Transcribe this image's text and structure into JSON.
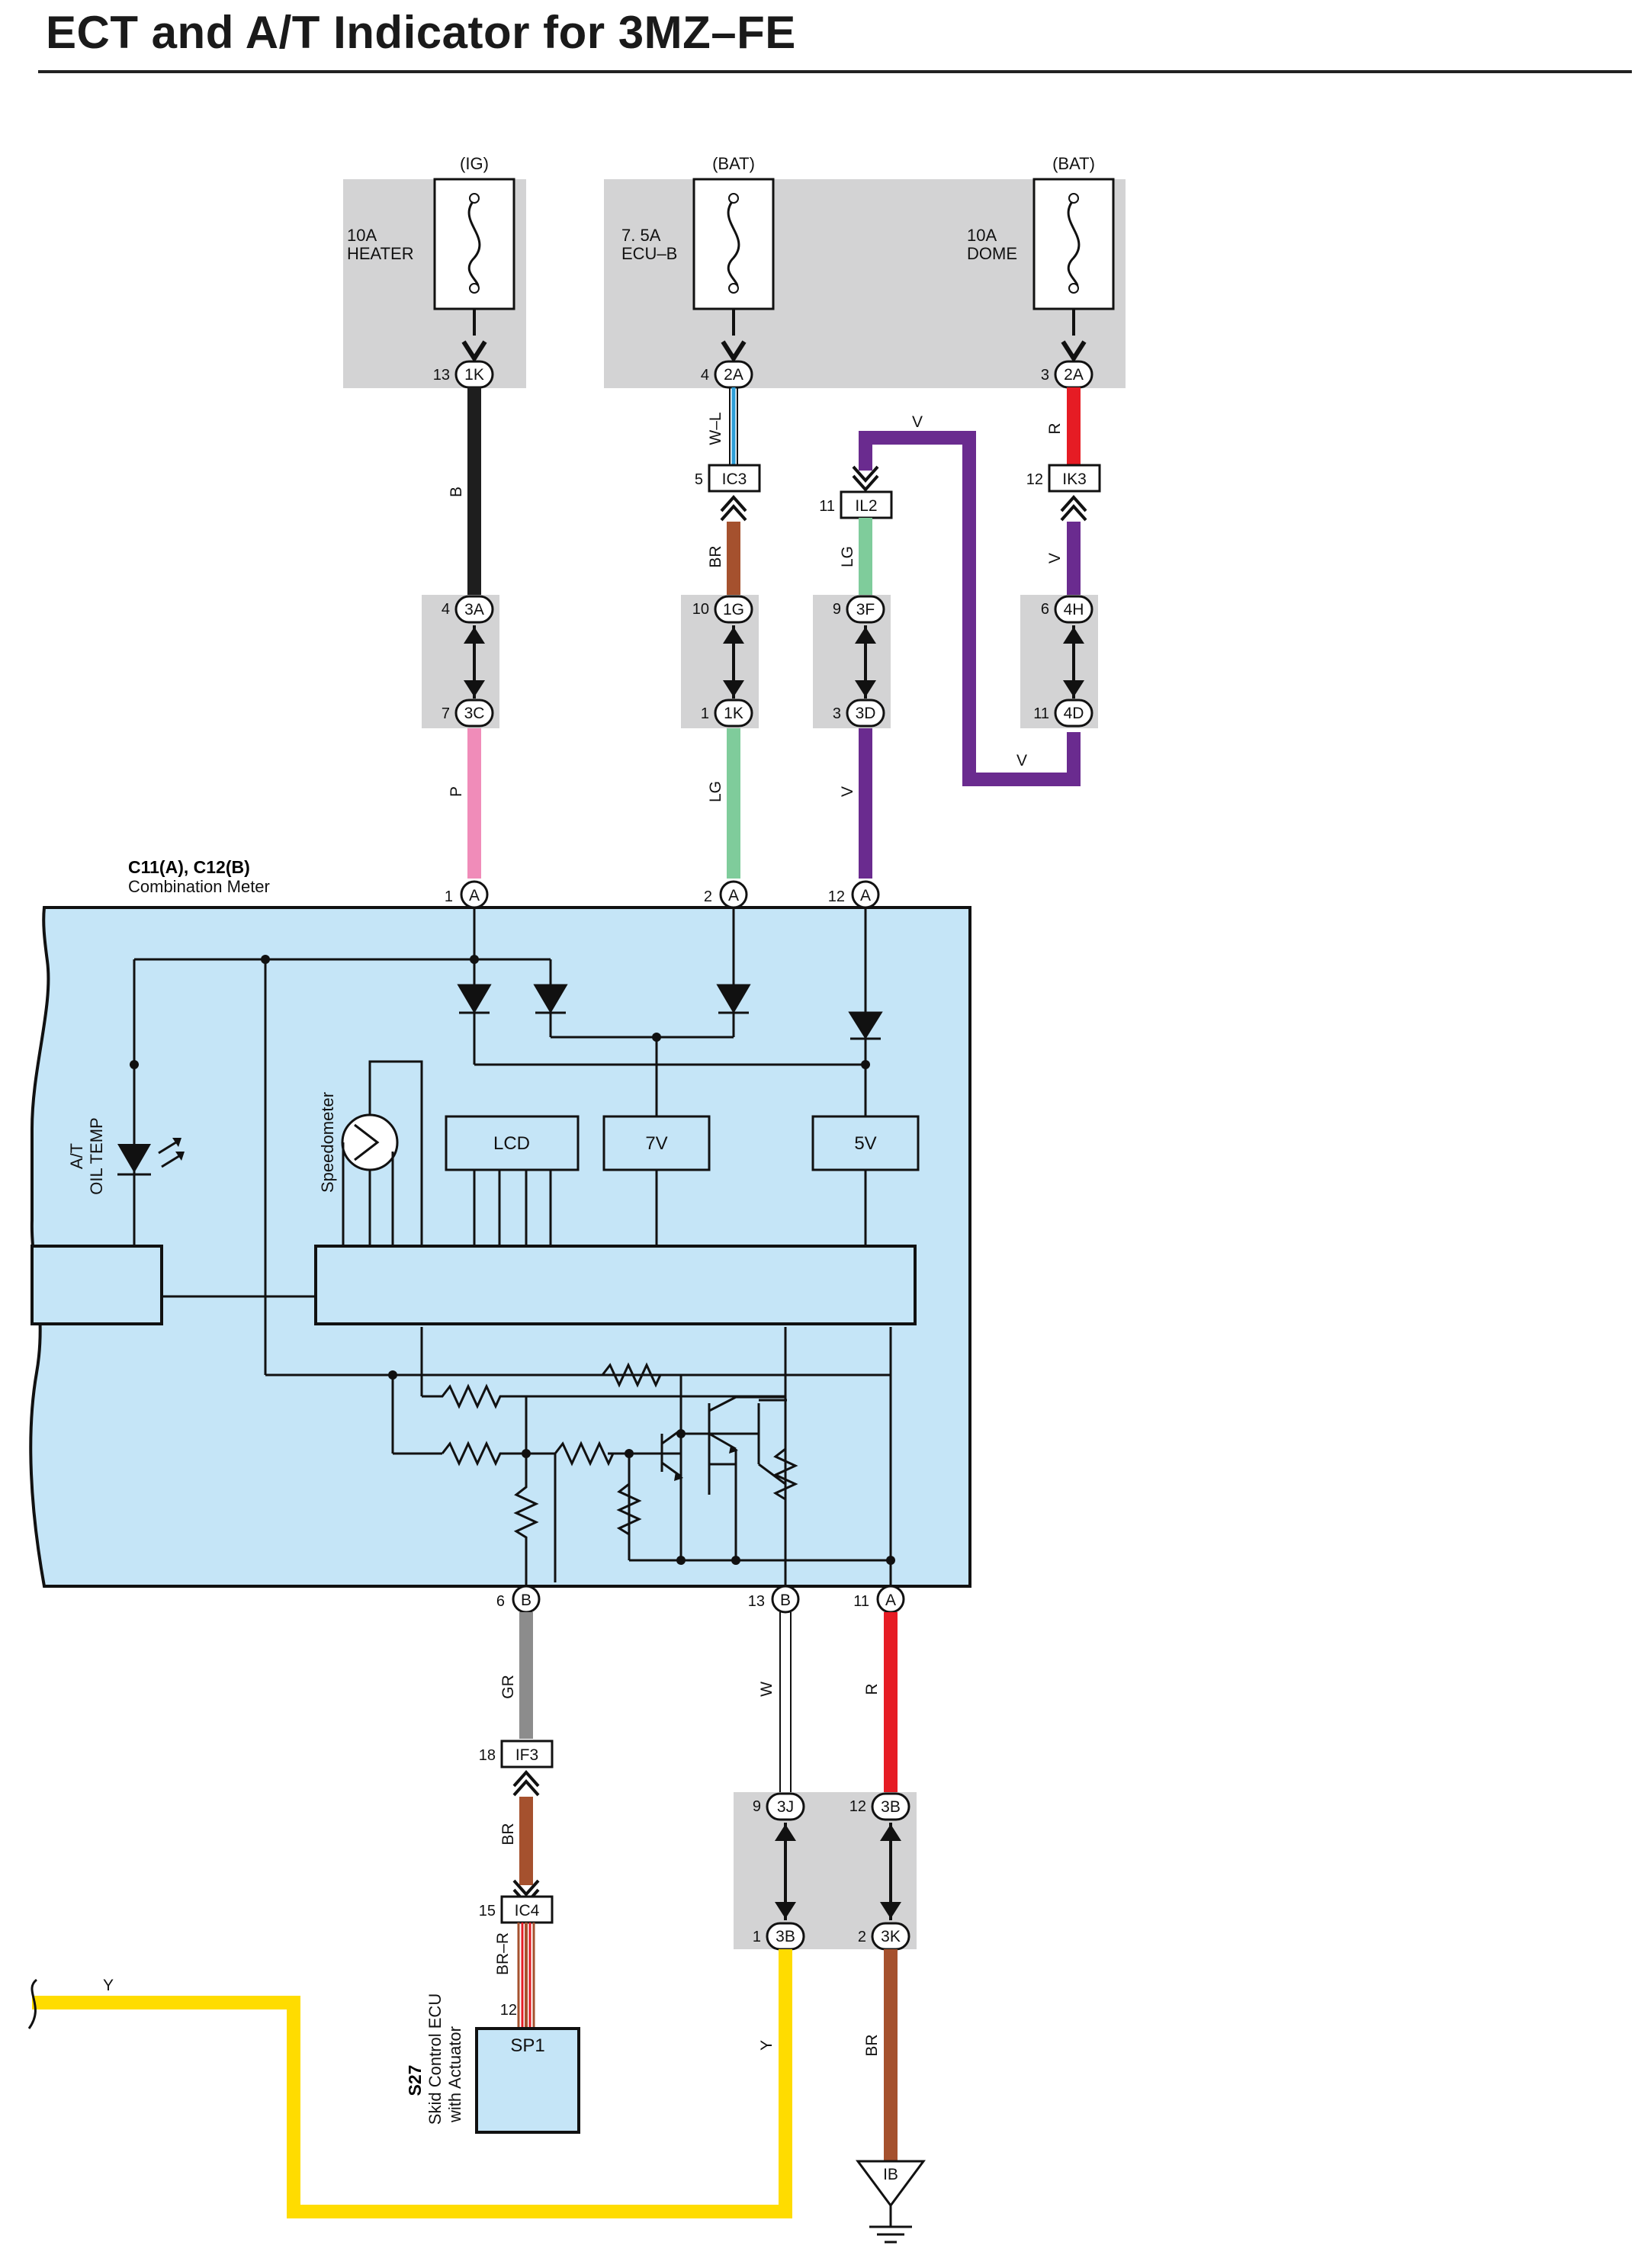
{
  "title": "ECT and A/T Indicator for 3MZ–FE",
  "fuses": [
    {
      "id": "heater",
      "source": "(IG)",
      "label": [
        "10A",
        "HEATER"
      ],
      "pin": "13",
      "connector": "1K"
    },
    {
      "id": "ecub",
      "source": "(BAT)",
      "label": [
        "7. 5A",
        "ECU–B"
      ],
      "pin": "4",
      "connector": "2A"
    },
    {
      "id": "dome",
      "source": "(BAT)",
      "label": [
        "10A",
        "DOME"
      ],
      "pin": "3",
      "connector": "2A"
    }
  ],
  "junctions": [
    {
      "id": "j1",
      "top": {
        "pin": "4",
        "conn": "3A"
      },
      "bottom": {
        "pin": "7",
        "conn": "3C"
      }
    },
    {
      "id": "j2",
      "top": {
        "pin": "10",
        "conn": "1G"
      },
      "bottom": {
        "pin": "1",
        "conn": "1K"
      }
    },
    {
      "id": "j3",
      "top": {
        "pin": "9",
        "conn": "3F"
      },
      "bottom": {
        "pin": "3",
        "conn": "3D"
      }
    },
    {
      "id": "j4",
      "top": {
        "pin": "6",
        "conn": "4H"
      },
      "bottom": {
        "pin": "11",
        "conn": "4D"
      }
    },
    {
      "id": "j5",
      "top": {
        "pin": "9",
        "conn": "3J"
      },
      "bottom": {
        "pin": "1",
        "conn": "3B"
      }
    },
    {
      "id": "j6",
      "top": {
        "pin": "12",
        "conn": "3B"
      },
      "bottom": {
        "pin": "2",
        "conn": "3K"
      }
    }
  ],
  "inline_connectors": [
    {
      "id": "ic3",
      "pin": "5",
      "label": "IC3"
    },
    {
      "id": "il2",
      "pin": "11",
      "label": "IL2"
    },
    {
      "id": "ik3",
      "pin": "12",
      "label": "IK3"
    },
    {
      "id": "if3",
      "pin": "18",
      "label": "IF3"
    },
    {
      "id": "ic4",
      "pin": "15",
      "label": "IC4"
    }
  ],
  "wire_colors": {
    "b": "B",
    "wl": "W–L",
    "br": "BR",
    "v": "V",
    "r": "R",
    "lg": "LG",
    "p": "P",
    "gr": "GR",
    "w": "W",
    "y": "Y",
    "brr": "BR–R"
  },
  "meter": {
    "connectors": "C11(A), C12(B)",
    "name": "Combination Meter",
    "top_pins": [
      {
        "pin": "1",
        "conn": "A"
      },
      {
        "pin": "2",
        "conn": "A"
      },
      {
        "pin": "12",
        "conn": "A"
      }
    ],
    "bottom_pins": [
      {
        "pin": "6",
        "conn": "B"
      },
      {
        "pin": "13",
        "conn": "B"
      },
      {
        "pin": "11",
        "conn": "A"
      }
    ],
    "components": {
      "lcd": "LCD",
      "v7": "7V",
      "v5": "5V",
      "speedometer": "Speedometer",
      "at_line1": "A/T",
      "at_line2": "OIL TEMP"
    }
  },
  "skid_ecu": {
    "code": "S27",
    "line1": "Skid Control ECU",
    "line2": "with Actuator",
    "connector": "SP1",
    "pin": "12"
  },
  "ground": {
    "label": "IB"
  },
  "colors": {
    "black": "#1e1e1e",
    "pink": "#f08cb9",
    "brown": "#a5512e",
    "green": "#7fcc9b",
    "purple": "#6a2b8f",
    "red": "#e61c24",
    "yellow": "#ffdc00",
    "gray": "#8c8c8c",
    "blue_wire": "#2e9fd8",
    "meter_fill": "#c5e5f7",
    "box_fill": "#d3d3d4"
  }
}
